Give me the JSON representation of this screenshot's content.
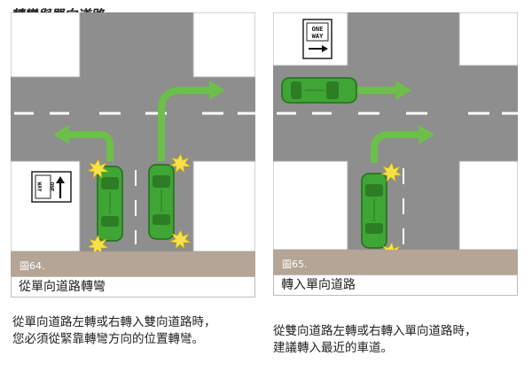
{
  "page_title": "轉彎與單向道路",
  "figures": [
    {
      "label": "圖64.",
      "caption": "從單向道路轉彎",
      "description": [
        "從單向道路左轉或右轉入雙向道路時，",
        "您必須從緊靠轉彎方向的位置轉彎。"
      ],
      "sign": {
        "text_line1": "ONE",
        "text_line2": "WAY",
        "orientation": "vertical",
        "arrow": "up"
      }
    },
    {
      "label": "圖65.",
      "caption": "轉入單向道路",
      "description": [
        "從雙向道路左轉或右轉入單向道路時，",
        "建議轉入最近的車道。"
      ],
      "sign": {
        "text_line1": "ONE",
        "text_line2": "WAY",
        "orientation": "horizontal",
        "arrow": "right"
      }
    }
  ],
  "colors": {
    "road": "#8e8e8e",
    "sidewalk": "#ffffff",
    "car": "#3fa535",
    "arrow": "#6cc04a",
    "label_bar": "#b5a596",
    "burst": "#f5e24a"
  },
  "icons": [
    "car-icon",
    "turn-arrow-icon",
    "signal-burst-icon",
    "one-way-sign-icon"
  ]
}
